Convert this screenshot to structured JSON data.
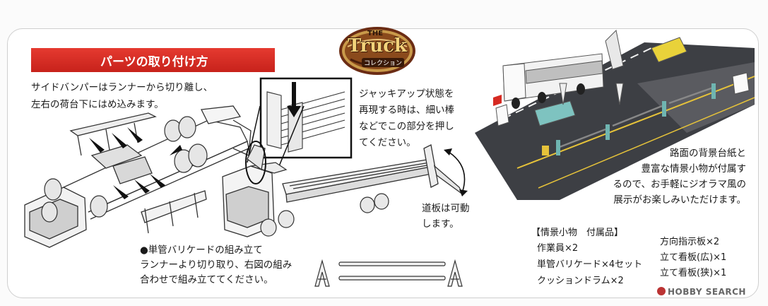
{
  "logo": {
    "top": "THE",
    "main": "Truck",
    "sub": "コレクション"
  },
  "heading": "パーツの取り付け方",
  "instructions": {
    "bumper": [
      "サイドバンパーはランナーから切り離し、",
      "左右の荷台下にはめ込みます。"
    ],
    "jack": [
      "ジャッキアップ状態を",
      "再現する時は、細い棒",
      "などでこの部分を押し",
      "てください。"
    ],
    "ramp": [
      "道板は可動",
      "します。"
    ],
    "barricade_title": "●単管バリケードの組み立て",
    "barricade": [
      "ランナーより切り取り、右図の組み",
      "合わせで組み立ててください。"
    ],
    "diorama": [
      "路面の背景台紙と",
      "豊富な情景小物が付属す",
      "るので、お手軽にジオラマ風の",
      "展示がお楽しみいただけます。"
    ]
  },
  "accessories": {
    "title": "【情景小物　付属品】",
    "left": [
      "作業員×2",
      "単管バリケード×4セット",
      "クッションドラム×2"
    ],
    "right": [
      "方向指示板×2",
      "立て看板(広)×1",
      "立て看板(狭)×1"
    ]
  },
  "watermark": "HOBBY SEARCH",
  "colors": {
    "accent_red": "#d62a22",
    "road": "#3d3f44",
    "truck_white": "#f2f2f2",
    "sign_red": "#d62a22"
  }
}
